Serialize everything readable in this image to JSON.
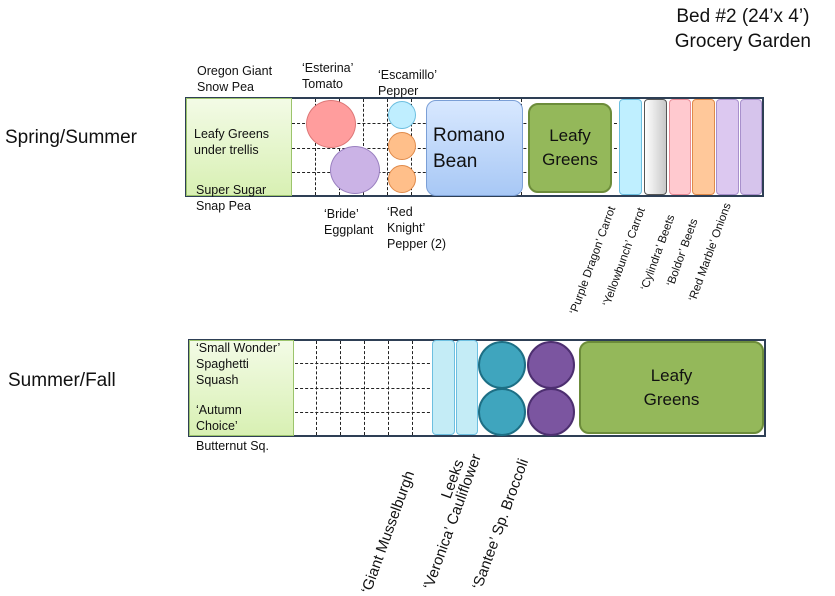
{
  "header": {
    "bed_name": "Bed #2 (24’x 4’)",
    "garden_name": "Grocery Garden"
  },
  "seasons": {
    "spring": "Spring/Summer",
    "fall": "Summer/Fall"
  },
  "spring_bed": {
    "labels": {
      "snow_pea": "Oregon Giant\nSnow Pea",
      "tomato": "‘Esterina’\nTomato",
      "pepper_top": "‘Escamillo’\nPepper",
      "trellis": "Leafy Greens\nunder trellis",
      "snap_pea": "Super Sugar\nSnap Pea",
      "eggplant": "‘Bride’\nEggplant",
      "pepper_bottom": "‘Red\nKnight’\nPepper (2)",
      "bean": "Romano\nBean",
      "greens": "Leafy\nGreens"
    },
    "strips": [
      {
        "label": "‘Purple Dragon’ Carrot",
        "color": "#bfefff"
      },
      {
        "label": "‘Yellowbunch’ Carrot",
        "color": "#d6d6d6"
      },
      {
        "label": "‘Cylindra’ Beets",
        "color": "#ffc9cf"
      },
      {
        "label": "‘Boldor’ Beets",
        "color": "#ffc89a"
      },
      {
        "label": "‘Red Marble’ Onions",
        "color": "#dcc8f0"
      },
      {
        "label": "",
        "color": "#d6c4ec"
      }
    ]
  },
  "fall_bed": {
    "labels": {
      "small_wonder": "‘Small Wonder’\nSpaghetti\nSquash",
      "autumn_choice": "‘Autumn\nChoice’",
      "butternut": "Butternut Sq.",
      "greens": "Leafy\nGreens"
    },
    "rotated": {
      "leeks_1": "‘Giant Musselburgh",
      "leeks_2": "Leeks",
      "cauliflower": "‘Veronica’ Cauliflower",
      "broccoli": "‘Santee’ Sp. Broccoli"
    }
  },
  "colors": {
    "tomato": "#ff9d9d",
    "eggplant": "#cbb3e6",
    "pepper_blue": "#bfeeff",
    "pepper_orange": "#ffbf8a",
    "bean": "#a8c8f5",
    "greens": "#94b85a",
    "leek": "#c4ecf6",
    "cauliflower": "#3fa5be",
    "broccoli": "#7b55a0"
  }
}
